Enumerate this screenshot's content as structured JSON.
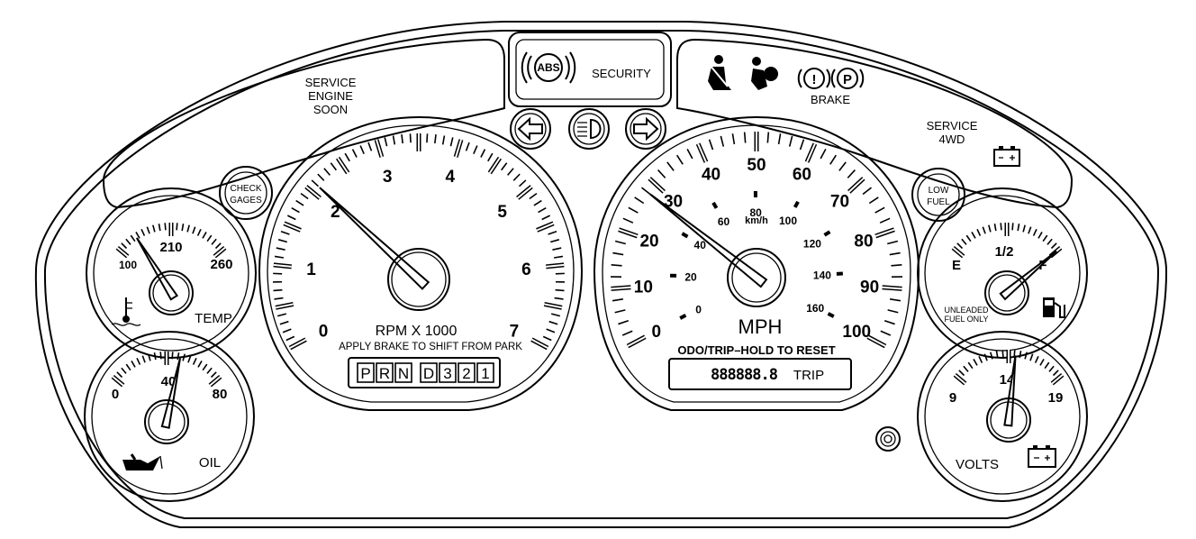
{
  "warnings": {
    "service_engine": [
      "SERVICE",
      "ENGINE",
      "SOON"
    ],
    "security": "SECURITY",
    "abs": "ABS",
    "brake": "BRAKE",
    "service_4wd": [
      "SERVICE",
      "4WD"
    ],
    "check_gages": [
      "CHECK",
      "GAGES"
    ],
    "low_fuel": [
      "LOW",
      "FUEL"
    ]
  },
  "tachometer": {
    "labels": [
      "0",
      "1",
      "2",
      "3",
      "4",
      "5",
      "6",
      "7"
    ],
    "title": "RPM X 1000",
    "caption": "APPLY BRAKE TO SHIFT FROM PARK",
    "needle_value": 2.1,
    "max": 7
  },
  "prndl": [
    "P",
    "R",
    "N",
    "D",
    "3",
    "2",
    "1"
  ],
  "speedometer": {
    "mph_labels": [
      "0",
      "10",
      "20",
      "30",
      "40",
      "50",
      "60",
      "70",
      "80",
      "90",
      "100"
    ],
    "kmh_labels": [
      "0",
      "20",
      "40",
      "60",
      "80",
      "100",
      "120",
      "140",
      "160"
    ],
    "kmh_unit": "km/h",
    "title": "MPH",
    "odo_caption": "ODO/TRIP–HOLD TO RESET",
    "odo_digits": "888888.8",
    "trip_label": "TRIP",
    "needle_value": 28
  },
  "temp_gauge": {
    "labels": [
      "100",
      "210",
      "260"
    ],
    "title": "TEMP",
    "needle_fraction": 0.18
  },
  "oil_gauge": {
    "labels": [
      "0",
      "40",
      "80"
    ],
    "title": "OIL",
    "needle_fraction": 0.62
  },
  "fuel_gauge": {
    "labels": [
      "E",
      "1/2",
      "F"
    ],
    "note": [
      "UNLEADED",
      "FUEL ONLY"
    ],
    "needle_fraction": 1.0
  },
  "volts_gauge": {
    "labels": [
      "9",
      "14",
      "19"
    ],
    "title": "VOLTS",
    "needle_fraction": 0.56
  }
}
